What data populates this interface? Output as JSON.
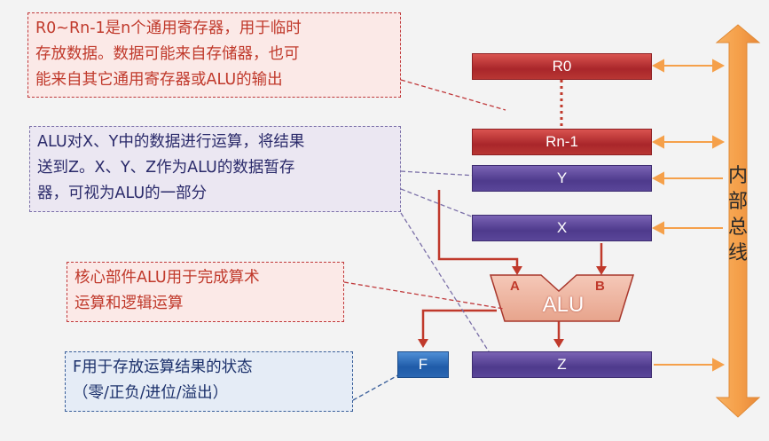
{
  "notes": {
    "n1": [
      "R0~Rn-1是n个通用寄存器，用于临时",
      "存放数据。数据可能来自存储器，也可",
      "能来自其它通用寄存器或ALU的输出"
    ],
    "n2": [
      "ALU对X、Y中的数据进行运算，将结果",
      "送到Z。X、Y、Z作为ALU的数据暂存",
      "器，可视为ALU的一部分"
    ],
    "n3": [
      "核心部件ALU用于完成算术",
      "运算和逻辑运算"
    ],
    "n4": [
      "F用于存放运算结果的状态",
      "（零/正负/进位/溢出）"
    ]
  },
  "registers": {
    "r0": "R0",
    "rn1": "Rn-1",
    "y": "Y",
    "x": "X",
    "z": "Z",
    "f": "F"
  },
  "alu": {
    "label": "ALU",
    "port_a": "A",
    "port_b": "B"
  },
  "bus": {
    "label": [
      "内",
      "部",
      "总",
      "线"
    ]
  },
  "colors": {
    "red_register": "#b83633",
    "purple_register": "#5a4699",
    "blue_register": "#2b67b2",
    "bus_arrow": "#f5a04a",
    "alu_wire": "#c0392b"
  }
}
